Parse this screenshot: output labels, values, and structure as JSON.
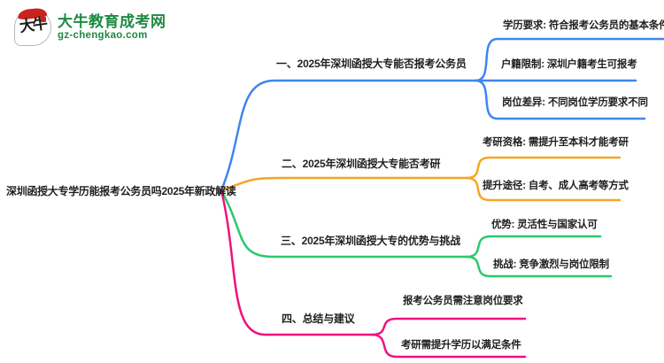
{
  "logo": {
    "icon_text": "大牛",
    "title": "大牛教育成考网",
    "subtitle": "gz-chengkao.com"
  },
  "colors": {
    "branch_blue": "#3E86F0",
    "branch_orange": "#F5A623",
    "branch_green": "#2BC76D",
    "branch_pink": "#F1107E",
    "logo_green": "#1d8a42",
    "text": "#1f1f1f"
  },
  "mindmap": {
    "root": "深圳函授大专学历能报考公务员吗2025年新政解读",
    "branches": [
      {
        "label": "一、2025年深圳函授大专能否报考公务员",
        "color": "#3E86F0",
        "children": [
          "学历要求: 符合报考公务员的基本条件",
          "户籍限制: 深圳户籍考生可报考",
          "岗位差异: 不同岗位学历要求不同"
        ]
      },
      {
        "label": "二、2025年深圳函授大专能否考研",
        "color": "#F5A623",
        "children": [
          "考研资格: 需提升至本科才能考研",
          "提升途径: 自考、成人高考等方式"
        ]
      },
      {
        "label": "三、2025年深圳函授大专的优势与挑战",
        "color": "#2BC76D",
        "children": [
          "优势: 灵活性与国家认可",
          "挑战: 竞争激烈与岗位限制"
        ]
      },
      {
        "label": "四、总结与建议",
        "color": "#F1107E",
        "children": [
          "报考公务员需注意岗位要求",
          "考研需提升学历以满足条件"
        ]
      }
    ]
  }
}
